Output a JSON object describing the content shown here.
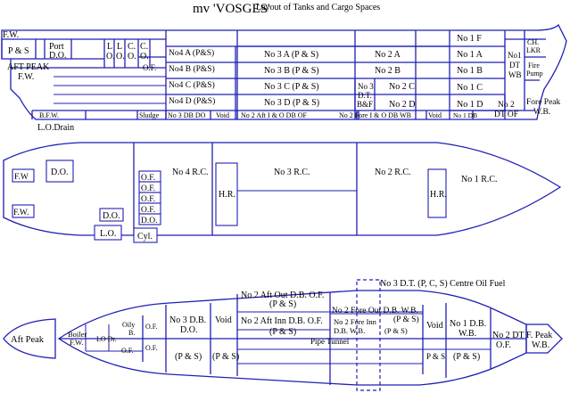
{
  "header": {
    "ship_name": "mv 'VOSGES'",
    "subtitle": "Layout of Tanks and Cargo Spaces"
  },
  "profile": {
    "fw": "F.W.",
    "ps": "P & S",
    "port_do_1": "Port",
    "port_do_2": "D.O.",
    "lo1_a": "L",
    "lo1_b": "O.",
    "lo2_a": "L",
    "lo2_b": "O.",
    "co_a": "C.",
    "co_b": "O.",
    "co2_a": "C.",
    "co2_b": "O.",
    "aft_peak_1": "AFT PEAK",
    "aft_peak_2": "F.W.",
    "of": "O.F.",
    "no4a": "No4 A (P&S)",
    "no4b": "No4 B (P&S)",
    "no4c": "No4 C (P&S)",
    "no4d": "No4 D (P&S)",
    "no3a": "No 3 A (P & S)",
    "no3b": "No 3 B (P & S)",
    "no3c": "No 3 C (P & S)",
    "no3d": "No 3 D (P & S)",
    "no2a": "No 2 A",
    "no2b": "No 2 B",
    "no2c": "No 2 C",
    "no2d": "No 2 D",
    "no3dt_1": "No 3",
    "no3dt_2": "D.T.",
    "no3dt_3": "B&F",
    "no1f": "No 1 F",
    "no1a": "No 1 A",
    "no1b": "No 1 B",
    "no1c": "No 1 C",
    "no1d": "No 1 D",
    "no1dt_1": "No1",
    "no1dt_2": "DT",
    "no1dt_3": "WB",
    "no2dt_1": "No 2",
    "no2dt_2": "DT OF",
    "chlkr_1": "CH.",
    "chlkr_2": "LKR",
    "firepump_1": "Fire",
    "firepump_2": "Pump",
    "forepeak_1": "Fore Peak",
    "forepeak_2": "W.B.",
    "bfw": "B.F.W.",
    "sludge": "Sludge",
    "no3dbdo": "No 3 DB DO",
    "void1": "Void",
    "no2aft": "No 2 Aft I & O DB OF",
    "no2fore": "No 2 Fore I & O DB WB",
    "void2": "Void",
    "no1db": "No 1 DB",
    "lodrain": "L.O.Drain"
  },
  "plan_upper": {
    "fw_top": "F.W",
    "fw_bot": "F.W.",
    "do": "D.O.",
    "of1": "O.F.",
    "of2": "O.F.",
    "of3": "O.F.",
    "of4": "O.F.",
    "do2": "D.O.",
    "do3": "D.O.",
    "lo": "L.O.",
    "cyl": "Cyl.",
    "no4rc": "No 4 R.C.",
    "hr1": "H.R.",
    "no3rc": "No 3 R.C.",
    "no2rc": "No 2 R.C.",
    "hr2": "H.R.",
    "no1rc": "No 1 R.C."
  },
  "plan_lower": {
    "no3dt_label": "No 3 D.T. (P, C, S) Centre Oil Fuel",
    "aft_peak": "Aft Peak",
    "boiler_1": "Boiler",
    "boiler_2": "F.W.",
    "lodr": "LO Dr.",
    "oily_1": "Oily",
    "oily_2": "B.",
    "of_small": "O.F.",
    "of_a": "O.F.",
    "of_b": "O.F.",
    "no3db_1": "No 3 D.B.",
    "no3db_2": "D.O.",
    "void_a": "Void",
    "ps_a": "(P & S)",
    "ps_b": "(P & S)",
    "no2aftout_1": "No 2 Aft Out D.B. O.F.",
    "no2aftout_2": "(P & S)",
    "no2aftinn_1": "No 2 Aft Inn D.B. O.F.",
    "no2aftinn_2": "(P & S)",
    "no2foreout_1": "No 2 Fore Out D.B. W.B.",
    "no2foreout_2": "(P & S)",
    "no2foreinn_1": "No 2 Fore Inn",
    "no2foreinn_2": "D.B. W.B.",
    "no2foreinn_3": "(P & S)",
    "void_b": "Void",
    "ps_c": "P & S",
    "ps_d": "(P & S)",
    "no1db_1": "No 1 D.B.",
    "no1db_2": "W.B.",
    "no2dt_1": "No 2 DT",
    "no2dt_2": "O.F.",
    "fpeak_1": "F. Peak",
    "fpeak_2": "W.B.",
    "pipe_tunnel": "Pipe Tunnel"
  }
}
